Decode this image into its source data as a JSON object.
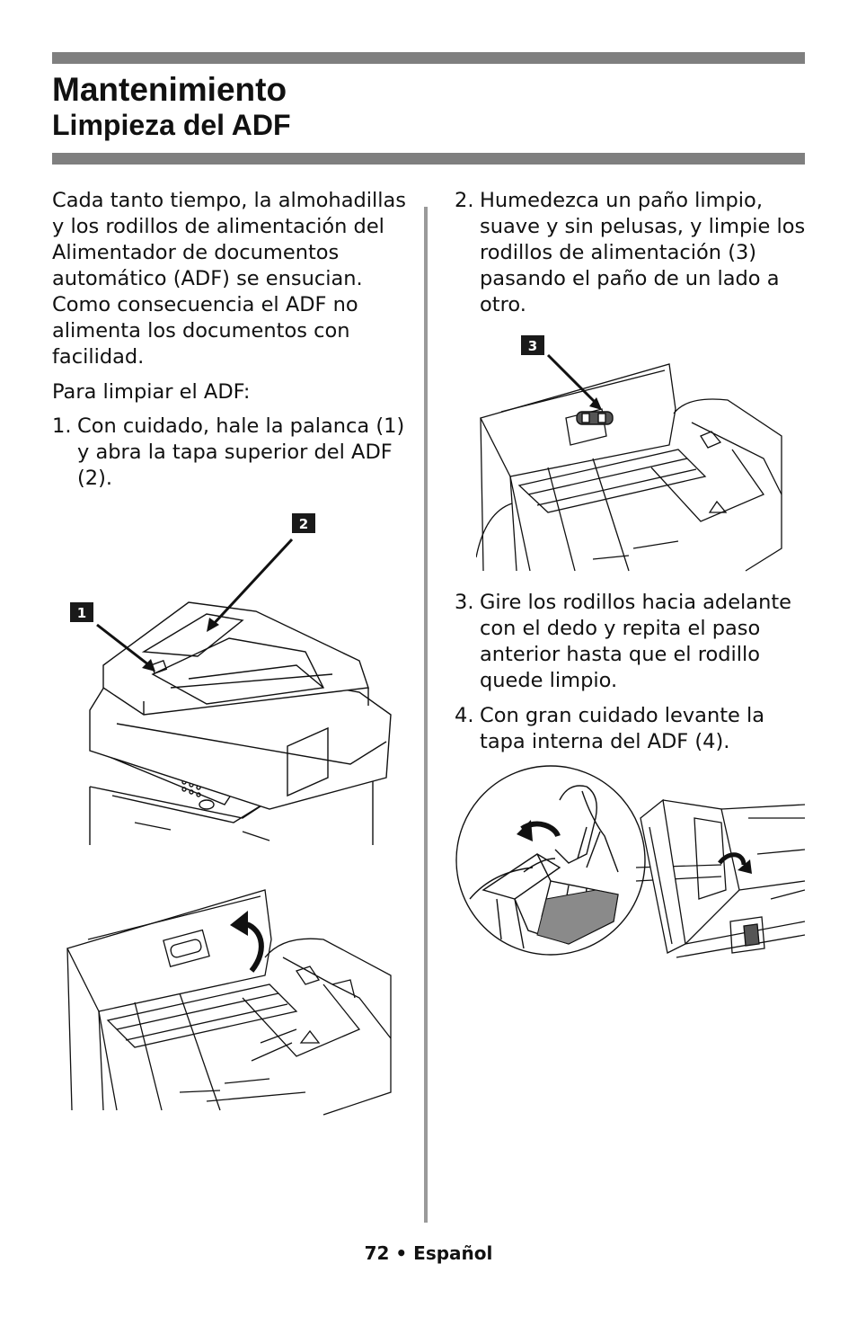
{
  "header": {
    "title": "Mantenimiento",
    "subtitle": "Limpieza del ADF"
  },
  "left": {
    "intro": "Cada tanto tiempo, la almohadillas y los rodillos de alimentación del Alimentador de documentos automático (ADF) se ensucian. Como consecuencia el ADF no alimenta los documentos con facilidad.",
    "lead": "Para limpiar el ADF:",
    "steps": [
      {
        "num": "1.",
        "text": "Con cuidado, hale la palanca (1) y abra la tapa superior del ADF (2)."
      }
    ],
    "fig1_callouts": [
      "1",
      "2"
    ]
  },
  "right": {
    "steps": [
      {
        "num": "2.",
        "text": "Humedezca un paño limpio, suave y sin pelusas, y limpie los rodillos de alimentación (3) pasando el paño de un lado a otro."
      },
      {
        "num": "3.",
        "text": "Gire los rodillos hacia adelante con el dedo y repita el paso anterior hasta que el rodillo quede limpio."
      },
      {
        "num": "4.",
        "text": "Con gran cuidado levante la tapa interna del ADF (4)."
      }
    ],
    "fig3_callout": "3"
  },
  "footer": {
    "page_number": "72",
    "bullet": "•",
    "language": "Español"
  },
  "colors": {
    "rule": "#7f7f7f",
    "divider": "#9a9a9a",
    "callout_bg": "#1a1a1a",
    "callout_text": "#ffffff"
  }
}
